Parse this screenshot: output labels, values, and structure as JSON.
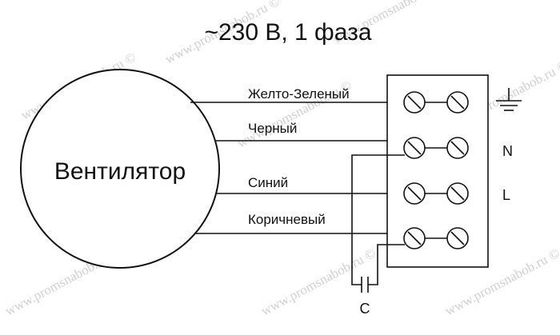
{
  "title": "~230 В, 1 фаза",
  "fan_label": "Вентилятор",
  "wires": [
    {
      "label": "Желто-Зеленый"
    },
    {
      "label": "Черный"
    },
    {
      "label": "Синий"
    },
    {
      "label": "Коричневый"
    }
  ],
  "terminal_labels": {
    "n": "N",
    "l": "L"
  },
  "ground_symbol": "ground-icon",
  "capacitor_label": "C",
  "watermark": "www.promsnabob.ru ©"
}
